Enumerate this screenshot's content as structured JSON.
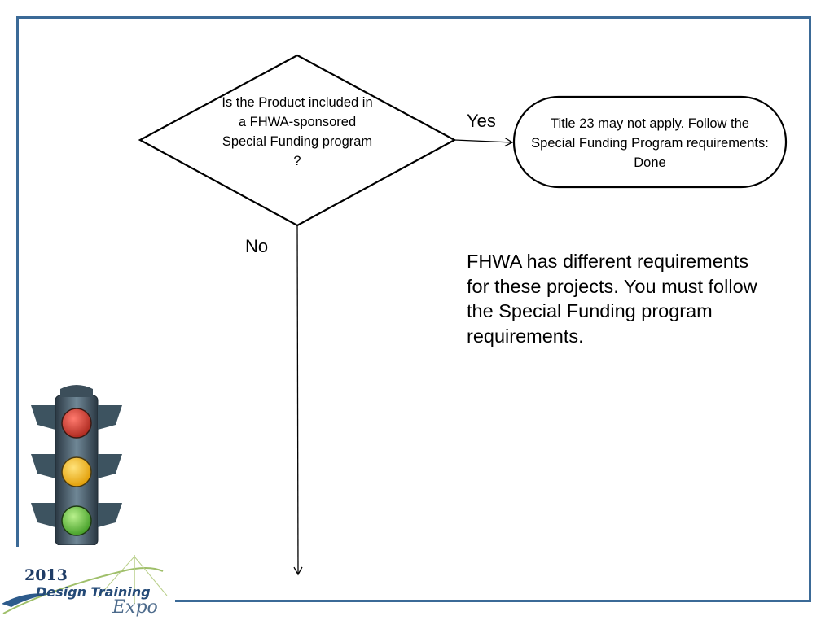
{
  "diagram": {
    "decision_text": "Is the Product included in a FHWA-sponsored Special Funding program ?",
    "yes_label": "Yes",
    "no_label": "No",
    "terminal_text": "Title 23 may not apply. Follow the Special Funding Program requirements: Done",
    "note_text": "FHWA has different requirements for these projects. You must follow the Special Funding program requirements."
  },
  "logo": {
    "year": "2013",
    "brand": "Design Training",
    "sub": "Expo"
  },
  "colors": {
    "frame": "#3b6a97",
    "red_light": "#c0392b",
    "yellow_light": "#f2b705",
    "green_light": "#5fbf3a"
  }
}
